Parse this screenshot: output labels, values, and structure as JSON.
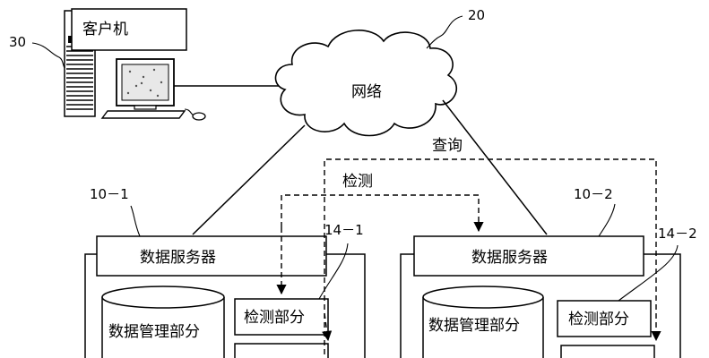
{
  "client": {
    "label": "客户机",
    "ref": "30"
  },
  "network": {
    "label": "网络",
    "ref": "20"
  },
  "query_label": "查询",
  "detect_label": "检测",
  "server1": {
    "ref": "10－1",
    "server_label": "数据服务器",
    "db_label": "数据管理部分",
    "detect_label": "检测部分",
    "unit_ref": "14－1"
  },
  "server2": {
    "ref": "10－2",
    "server_label": "数据服务器",
    "db_label": "数据管理部分",
    "detect_label": "检测部分",
    "unit_ref": "14－2"
  }
}
